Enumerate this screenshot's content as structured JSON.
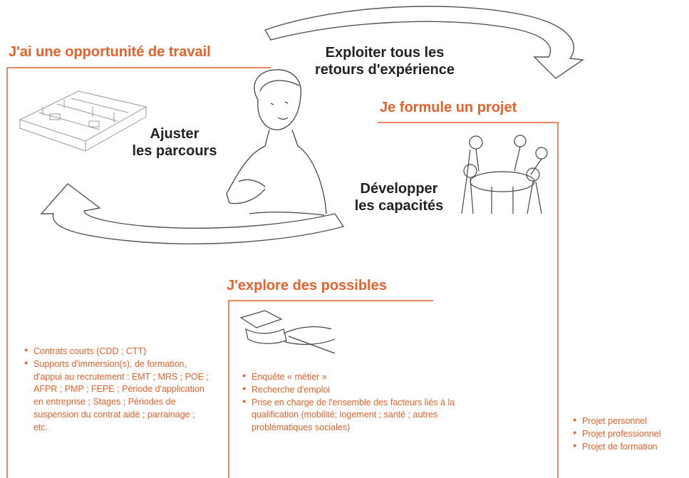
{
  "headings": {
    "opportunity": "J'ai une opportunité de travail",
    "project": "Je formule un projet",
    "explore": "J'explore des possibles"
  },
  "center": {
    "exploit": [
      "Exploiter tous les",
      "retours d'expérience"
    ],
    "adjust": [
      "Ajuster",
      "les parcours"
    ],
    "develop": [
      "Développer",
      "les capacités"
    ]
  },
  "lists": {
    "opportunity": [
      "Contrats courts (CDD ; CTT)",
      "Supports d'immersion(s), de formation, d'appui au recrutement : EMT ; MRS ; POE ; AFPR ; PMP ; FEPE ; Période d'application en entreprise ; Stages ; Périodes de suspension du contrat aidé ; parrainage ; etc."
    ],
    "explore": [
      "Enquête « métier »",
      "Recherche d'emploi",
      "Prise en charge de l'ensemble des facteurs liés à la qualification (mobilité; logement ; santé ; autres problématiques sociales)"
    ],
    "project": [
      "Projet personnel",
      "Projet professionnel",
      "Projet de formation"
    ]
  },
  "colors": {
    "accent": "#e8612c",
    "text": "#222222",
    "line": "#555555"
  }
}
